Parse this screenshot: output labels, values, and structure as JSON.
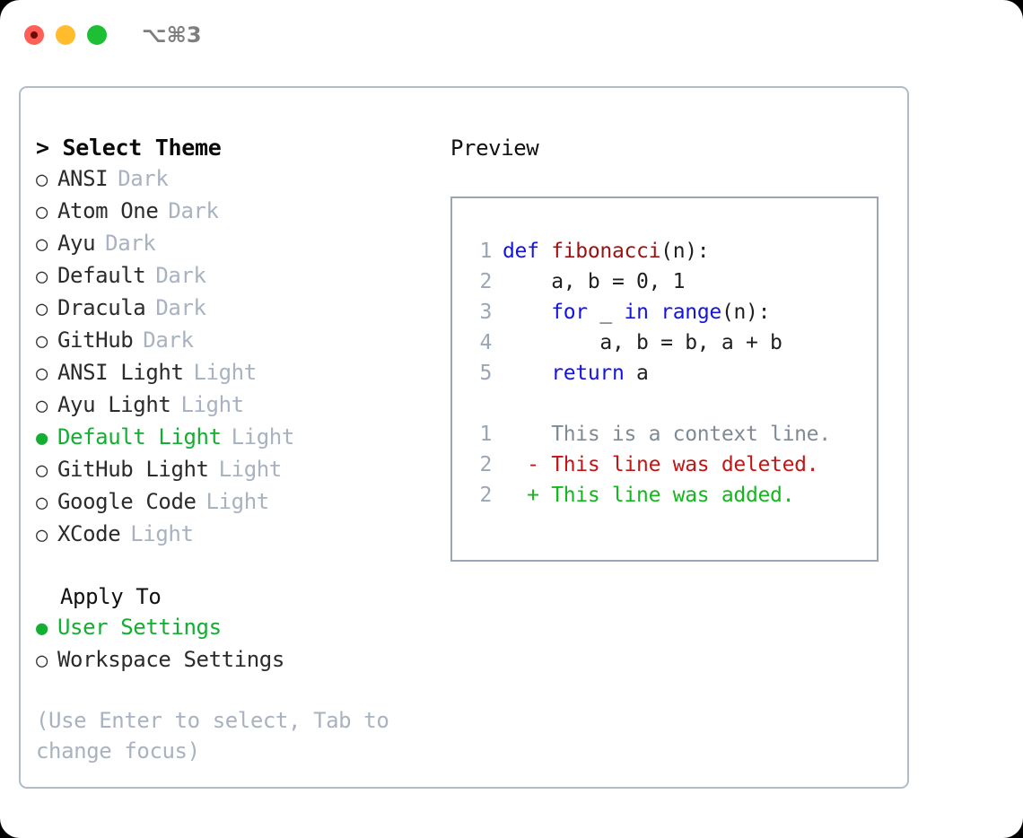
{
  "window": {
    "shortcut": "⌥⌘3",
    "traffic_lights": [
      {
        "name": "close-button",
        "color": "#ff5f56"
      },
      {
        "name": "minimize-button",
        "color": "#ffbd2e"
      },
      {
        "name": "maximize-button",
        "color": "#1dc034"
      }
    ]
  },
  "theme_list": {
    "header": "> Select Theme",
    "selected_bullet": "●",
    "unselected_bullet": "○",
    "items": [
      {
        "bullet": "○",
        "name": "ANSI",
        "mode": "Dark",
        "selected": false
      },
      {
        "bullet": "○",
        "name": "Atom One",
        "mode": "Dark",
        "selected": false
      },
      {
        "bullet": "○",
        "name": "Ayu",
        "mode": "Dark",
        "selected": false
      },
      {
        "bullet": "○",
        "name": "Default",
        "mode": "Dark",
        "selected": false
      },
      {
        "bullet": "○",
        "name": "Dracula",
        "mode": "Dark",
        "selected": false
      },
      {
        "bullet": "○",
        "name": "GitHub",
        "mode": "Dark",
        "selected": false
      },
      {
        "bullet": "○",
        "name": "ANSI Light",
        "mode": "Light",
        "selected": false
      },
      {
        "bullet": "○",
        "name": "Ayu Light",
        "mode": "Light",
        "selected": false
      },
      {
        "bullet": "●",
        "name": "Default Light",
        "mode": "Light",
        "selected": true
      },
      {
        "bullet": "○",
        "name": "GitHub Light",
        "mode": "Light",
        "selected": false
      },
      {
        "bullet": "○",
        "name": "Google Code",
        "mode": "Light",
        "selected": false
      },
      {
        "bullet": "○",
        "name": "XCode",
        "mode": "Light",
        "selected": false
      }
    ]
  },
  "apply_to": {
    "header": "Apply To",
    "items": [
      {
        "bullet": "●",
        "label": "User Settings",
        "selected": true
      },
      {
        "bullet": "○",
        "label": "Workspace Settings",
        "selected": false
      }
    ]
  },
  "hint": "(Use Enter to select, Tab to change focus)",
  "preview": {
    "title": "Preview",
    "code_lines": [
      {
        "no": "1",
        "indent": "",
        "tokens": [
          {
            "t": "def ",
            "k": "kw"
          },
          {
            "t": "fibonacci",
            "k": "fn"
          },
          {
            "t": "(n):",
            "k": "plain"
          }
        ]
      },
      {
        "no": "2",
        "indent": "    ",
        "tokens": [
          {
            "t": "a, b = 0, 1",
            "k": "plain"
          }
        ]
      },
      {
        "no": "3",
        "indent": "    ",
        "tokens": [
          {
            "t": "for",
            "k": "kw"
          },
          {
            "t": " _ ",
            "k": "plain"
          },
          {
            "t": "in",
            "k": "kw"
          },
          {
            "t": " ",
            "k": "plain"
          },
          {
            "t": "range",
            "k": "bi"
          },
          {
            "t": "(n):",
            "k": "plain"
          }
        ]
      },
      {
        "no": "4",
        "indent": "        ",
        "tokens": [
          {
            "t": "a, b = b, a + b",
            "k": "plain"
          }
        ]
      },
      {
        "no": "5",
        "indent": "    ",
        "tokens": [
          {
            "t": "return",
            "k": "kw"
          },
          {
            "t": " a",
            "k": "plain"
          }
        ]
      }
    ],
    "diff_lines": [
      {
        "no": "1",
        "marker": " ",
        "text": "This is a context line.",
        "kind": "ctx"
      },
      {
        "no": "2",
        "marker": "-",
        "text": "This line was deleted.",
        "kind": "del"
      },
      {
        "no": "2",
        "marker": "+",
        "text": "This line was added.",
        "kind": "add"
      }
    ]
  },
  "colors": {
    "accent_green": "#13ae32",
    "muted_gray": "#a9b2c0",
    "border": "#b2bcc9",
    "preview_border": "#9aa6b4",
    "keyword_blue": "#1414e0",
    "function_red": "#9e1111",
    "diff_delete": "#c21515",
    "diff_add": "#12b81e"
  }
}
